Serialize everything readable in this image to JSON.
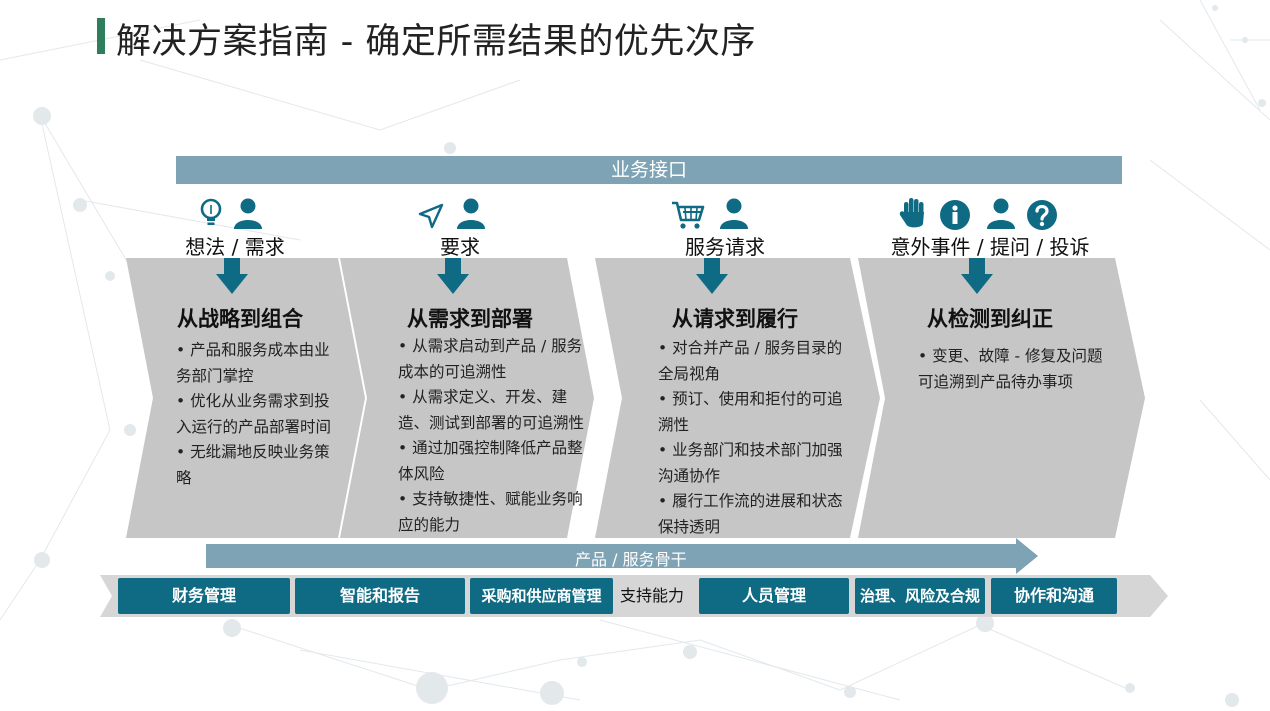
{
  "title": "解决方案指南 - 确定所需结果的优先次序",
  "business_interface": "业务接口",
  "stages": [
    {
      "label": "想法 / 需求",
      "heading": "从战略到组合",
      "bullets": [
        "产品和服务成本由业务部门掌控",
        "优化从业务需求到投入运行的产品部署时间",
        "无纰漏地反映业务策略"
      ]
    },
    {
      "label": "要求",
      "heading": "从需求到部署",
      "bullets": [
        "从需求启动到产品 / 服务成本的可追溯性",
        "从需求定义、开发、建造、测试到部署的可追溯性",
        "通过加强控制降低产品整体风险",
        "支持敏捷性、赋能业务响应的能力"
      ]
    },
    {
      "label": "服务请求",
      "heading": "从请求到履行",
      "bullets": [
        "对合并产品 / 服务目录的全局视角",
        "预订、使用和拒付的可追溯性",
        "业务部门和技术部门加强沟通协作",
        "履行工作流的进展和状态保持透明"
      ]
    },
    {
      "label": "意外事件 / 提问 / 投诉",
      "heading": "从检测到纠正",
      "bullets": [
        "变更、故障 - 修复及问题可追溯到产品待办事项"
      ]
    }
  ],
  "backbone_label": "产品 / 服务骨干",
  "capabilities": {
    "items": [
      "财务管理",
      "智能和报告",
      "采购和供应商管理",
      "支持能力",
      "人员管理",
      "治理、风险及合规",
      "协作和沟通"
    ]
  },
  "icons": [
    "lightbulb-icon",
    "person-icon",
    "paper-plane-icon",
    "shopping-cart-icon",
    "hand-stop-icon",
    "info-icon",
    "question-icon",
    "down-arrow-icon"
  ],
  "colors": {
    "accent_green": "#2e7d5b",
    "interface_bar": "#7da3b4",
    "stage_fill": "#c6c6c6",
    "dark_teal": "#0f6b83",
    "arrow_teal": "#0f6b83",
    "backbone": "#7da3b4",
    "capability_band": "#d6d6d6"
  }
}
